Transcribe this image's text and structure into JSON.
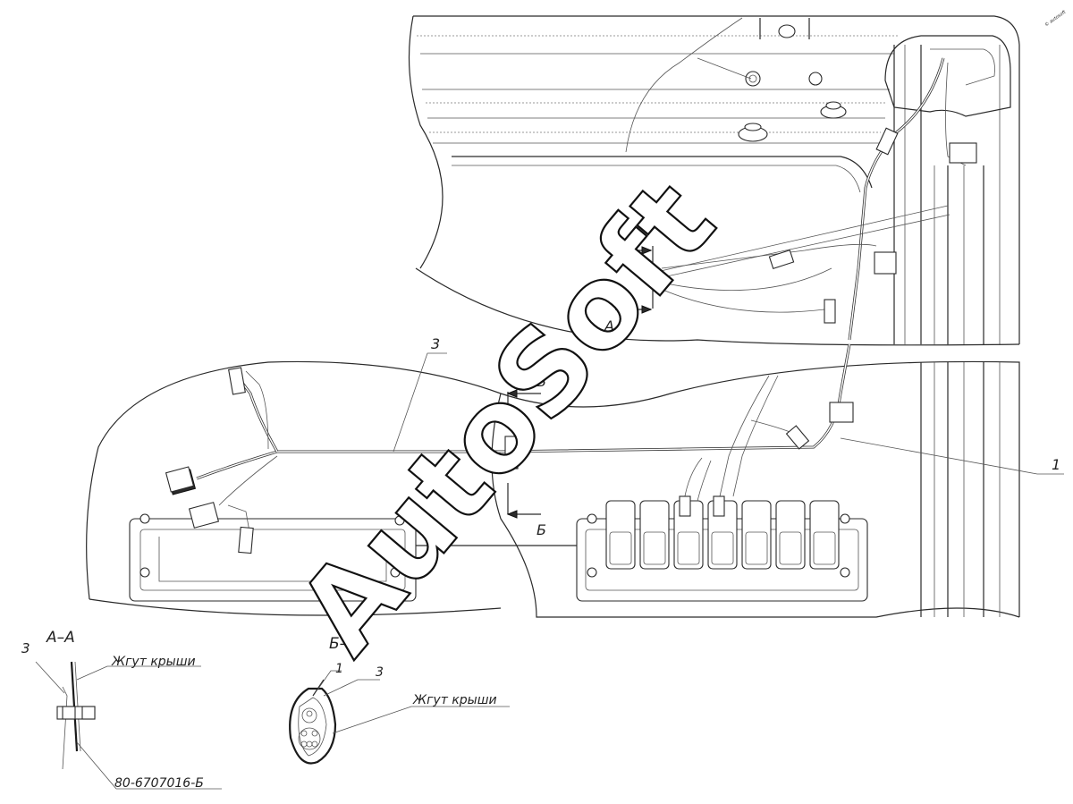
{
  "watermark": "AutoSoft",
  "corner_mark": "© autosoft",
  "callouts": {
    "item_1": "1",
    "item_3": "3"
  },
  "section_marks": {
    "a": "А",
    "b": "Б"
  },
  "section_titles": {
    "a_a": "А–А",
    "b_b": "Б–Б"
  },
  "detail_labels": {
    "roof_harness": "Жгут крыши",
    "part_number": "80-6707016-Б",
    "item_1": "1",
    "item_3": "3"
  },
  "switch_count": 7
}
